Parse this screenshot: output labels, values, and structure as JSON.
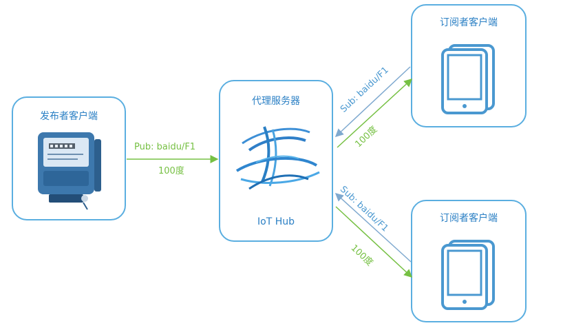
{
  "publisher": {
    "title": "发布者客户端"
  },
  "broker": {
    "title": "代理服务器",
    "name": "IoT Hub"
  },
  "subscriber_top": {
    "title": "订阅者客户端"
  },
  "subscriber_bottom": {
    "title": "订阅者客户端"
  },
  "publish_message": {
    "topic": "Pub: baidu/F1",
    "value": "100度"
  },
  "subscribe_top": {
    "topic": "Sub: baidu/F1",
    "value": "100度"
  },
  "subscribe_bottom": {
    "topic": "Sub: baidu/F1",
    "value": "100度"
  },
  "colors": {
    "box_border": "#5aaee0",
    "title_text": "#2a7fc4",
    "publish_arrow": "#76c043",
    "subscribe_arrow": "#7fa9cf",
    "device": "#4a98d0"
  },
  "icons": {
    "publisher": "electric-meter-icon",
    "broker": "iot-hub-logo-icon",
    "subscriber": "tablet-icon"
  }
}
